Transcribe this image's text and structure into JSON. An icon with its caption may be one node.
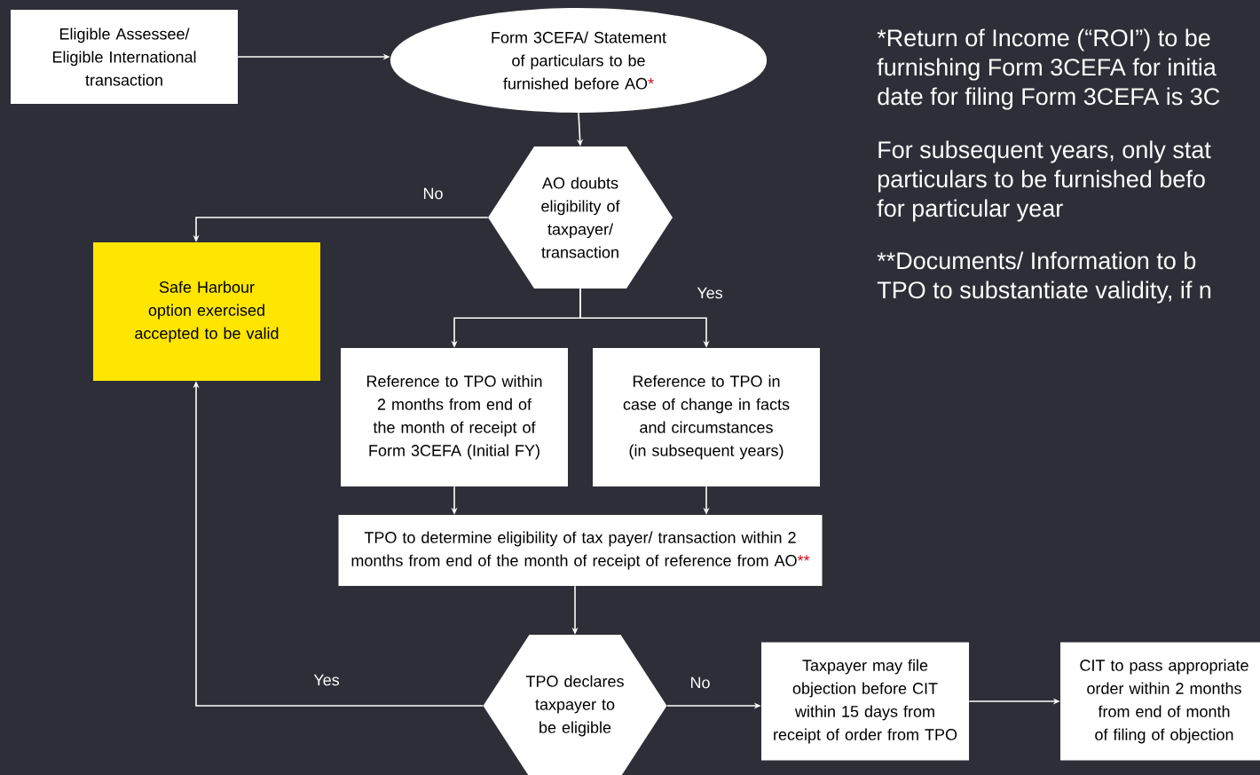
{
  "diagram": {
    "nodes": [
      {
        "text": [
          "Eligible Assessee/ Eligible International transaction"
        ]
      },
      {
        "text": [
          "Form 3CEFA/ Statement of particulars to be furnished before AO",
          "*"
        ]
      },
      {
        "text": [
          "AO doubts eligibility of taxpayer/ transaction"
        ]
      },
      {
        "text": [
          "Safe Harbour option exercised accepted to be valid"
        ]
      },
      {
        "text": [
          "Reference to TPO within 2 months from end of the month of receipt of Form 3CEFA (Initial FY)"
        ]
      },
      {
        "text": [
          "Reference to TPO in case of change in facts and circumstances (in subsequent years)"
        ]
      },
      {
        "text": [
          "TPO to determine eligibility of tax payer/ transaction within 2 months from end of the month of receipt of reference from AO",
          "**"
        ]
      },
      {
        "text": [
          "TPO declares taxpayer to be eligible"
        ]
      },
      {
        "text": [
          "Taxpayer may file objection before CIT within 15 days from receipt of order from TPO"
        ]
      },
      {
        "text": [
          "CIT to pass appropriate order within 2 months from end of month of filing of objection"
        ]
      }
    ],
    "edges": [
      {
        "from": 0,
        "to": 1,
        "arrow": "to"
      },
      {
        "from": 1,
        "to": 2,
        "arrow": "to"
      },
      {
        "from": 2,
        "to": 3,
        "arrow": "to",
        "label": "No"
      },
      {
        "from": 2,
        "to": 4,
        "arrow": "to"
      },
      {
        "from": 2,
        "to": 5,
        "arrow": "to",
        "label": "Yes"
      },
      {
        "from": 4,
        "to": 6,
        "arrow": "to"
      },
      {
        "from": 5,
        "to": 6,
        "arrow": "to"
      },
      {
        "from": 6,
        "to": 7,
        "arrow": "to"
      },
      {
        "from": 7,
        "to": 3,
        "arrow": "to",
        "label": "Yes"
      },
      {
        "from": 7,
        "to": 8,
        "arrow": "to",
        "label": "No"
      },
      {
        "from": 8,
        "to": 9,
        "arrow": "to"
      }
    ],
    "labels": [
      "*Return of Income (“ROI”) to be",
      "furnishing Form 3CEFA for initia",
      "date for filing Form 3CEFA is 3C",
      "For subsequent years, only stat",
      "particulars to be furnished  befo",
      "for particular year",
      "**Documents/ Information to b",
      "TPO to substantiate validity, if n"
    ]
  }
}
